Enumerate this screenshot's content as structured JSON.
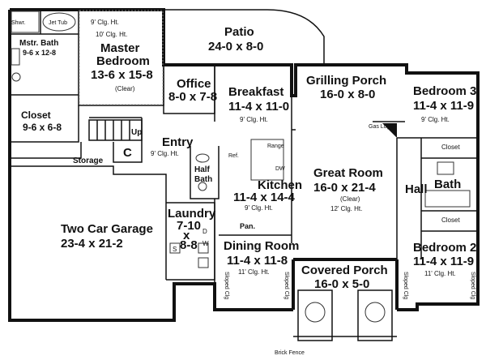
{
  "rooms": {
    "shwr": "Shwr.",
    "jet_tub": "Jet Tub",
    "mstr_bath_name": "Mstr. Bath",
    "mstr_bath_dim": "9-6 x 12-8",
    "closet_name": "Closet",
    "closet_dim": "9-6 x 6-8",
    "master_ceiling_9": "9' Clg. Ht.",
    "master_ceiling_10": "10' Clg. Ht.",
    "master_name_1": "Master",
    "master_name_2": "Bedroom",
    "master_dim": "13-6 x 15-8",
    "master_clear": "(Clear)",
    "patio_name": "Patio",
    "patio_dim": "24-0 x 8-0",
    "office_name": "Office",
    "office_dim": "8-0 x 7-8",
    "breakfast_name": "Breakfast",
    "breakfast_dim": "11-4 x 11-0",
    "breakfast_ceiling": "9' Clg. Ht.",
    "grilling_name": "Grilling Porch",
    "grilling_dim": "16-0 x 8-0",
    "bed3_name": "Bedroom 3",
    "bed3_dim": "11-4 x 11-9",
    "bed3_ceiling": "9' Clg. Ht.",
    "up": "Up",
    "entry_name": "Entry",
    "entry_ceiling": "9' Clg. Ht.",
    "c": "C",
    "storage": "Storage",
    "half_bath_1": "Half",
    "half_bath_2": "Bath",
    "ref": "Ref.",
    "range": "Range",
    "dw": "DW",
    "kitchen_name": "Kitchen",
    "kitchen_dim": "11-4 x 14-4",
    "kitchen_ceiling": "9' Clg. Ht.",
    "pan": "Pan.",
    "gas_logs": "Gas Logs",
    "great_name": "Great Room",
    "great_dim": "16-0 x 21-4",
    "great_clear": "(Clear)",
    "great_ceiling": "12' Clg. Ht.",
    "hall": "Hall",
    "closet_small": "Closet",
    "bath": "Bath",
    "garage_name": "Two Car Garage",
    "garage_dim": "23-4 x 21-2",
    "laundry_name": "Laundry",
    "laundry_dim_1": "7-10",
    "laundry_dim_2": "x",
    "laundry_dim_3": "8-8",
    "d": "D",
    "w": "W",
    "s": "S",
    "dining_name": "Dining Room",
    "dining_dim": "11-4 x 11-8",
    "dining_ceiling": "11' Clg. Ht.",
    "sloped_clg": "Sloped Clg",
    "covered_name": "Covered Porch",
    "covered_dim": "16-0 x 5-0",
    "bed2_name": "Bedroom 2",
    "bed2_dim": "11-4 x 11-9",
    "bed2_ceiling": "11' Clg. Ht.",
    "brick_fence": "Brick Fence"
  }
}
